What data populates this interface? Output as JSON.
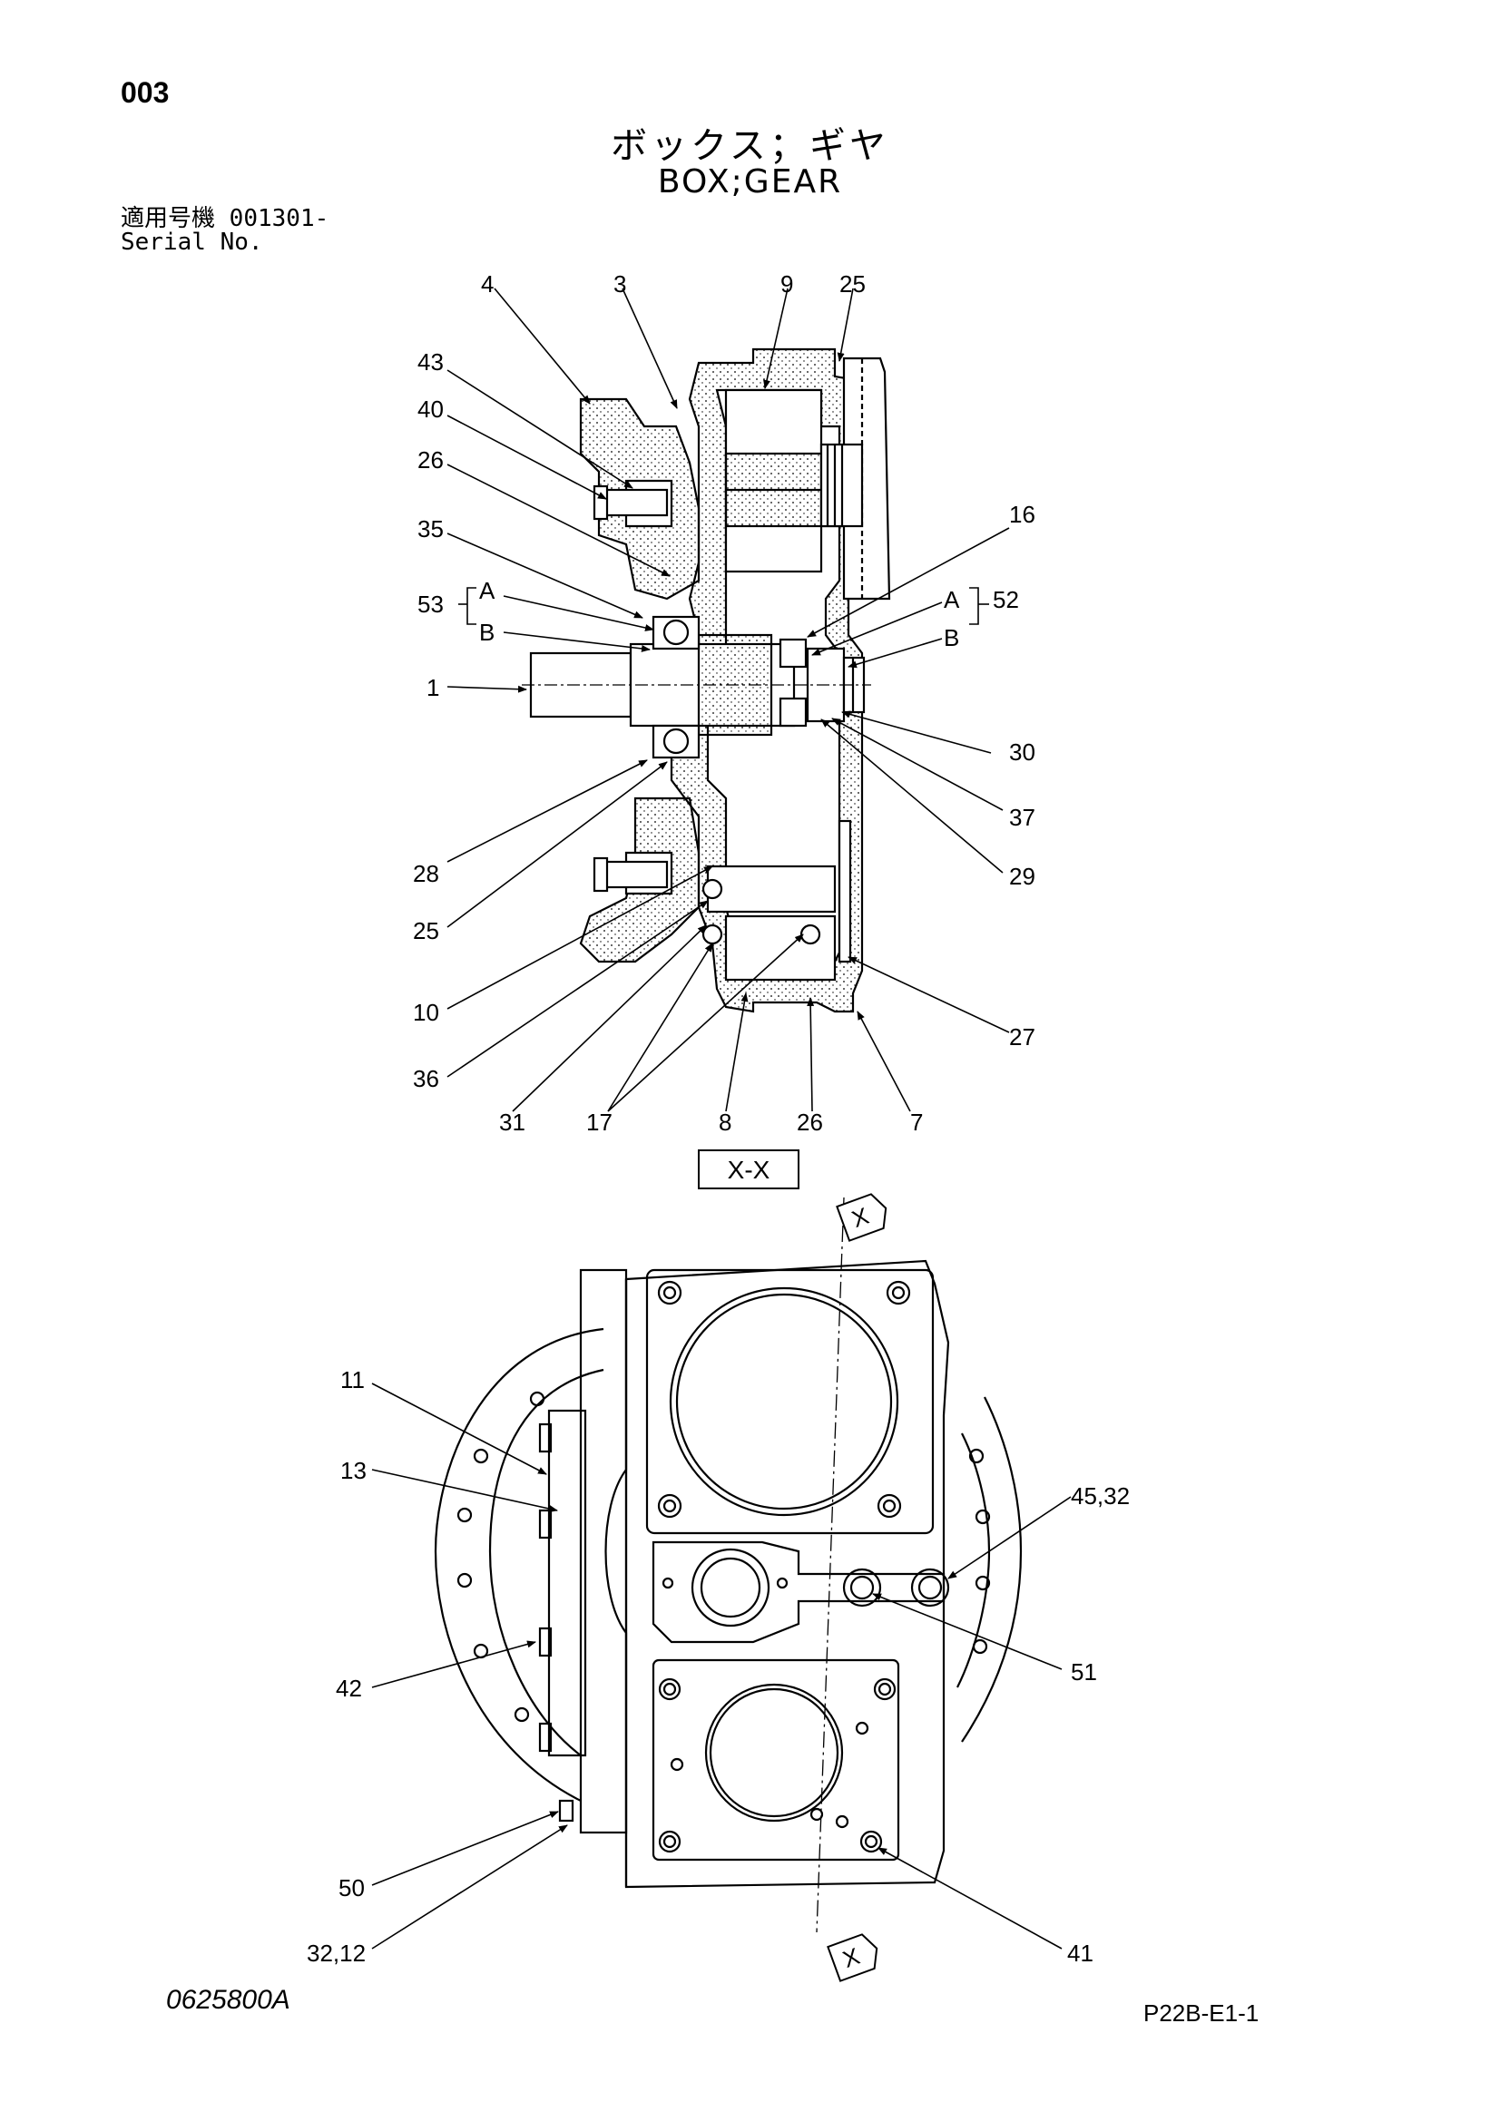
{
  "page_number": "003",
  "title_jp": "ボックス；ギヤ",
  "title_en": "BOX;GEAR",
  "serial": {
    "label_jp": "適用号機",
    "value": "001301-",
    "label_en": "Serial No."
  },
  "section_label": "X-X",
  "section_marker": "X",
  "group_letters": {
    "a": "A",
    "b": "B"
  },
  "callouts_top": [
    "4",
    "3",
    "9",
    "25",
    "43",
    "40",
    "26",
    "35",
    "53",
    "1",
    "16",
    "52",
    "30",
    "37",
    "29",
    "28",
    "25",
    "10",
    "36",
    "31",
    "17",
    "8",
    "26",
    "7",
    "27"
  ],
  "callouts_bottom": [
    "11",
    "13",
    "42",
    "50",
    "32,12",
    "45,32",
    "51",
    "41"
  ],
  "drawing_number": "0625800A",
  "sheet_code": "P22B-E1-1"
}
